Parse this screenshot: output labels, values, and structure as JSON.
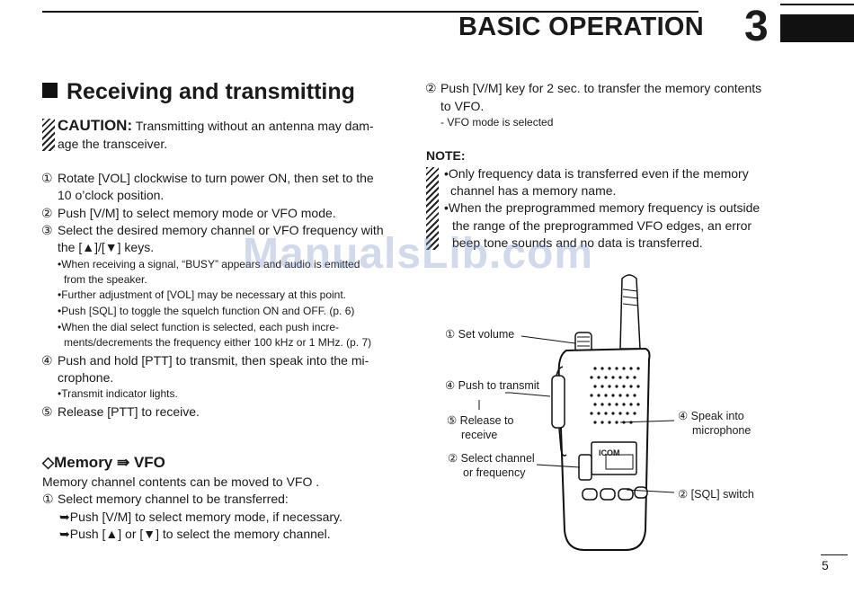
{
  "header": {
    "title": "BASIC OPERATION",
    "chapter": "3"
  },
  "section": {
    "title": "Receiving and transmitting"
  },
  "caution": {
    "label": "CAUTION:",
    "line1": " Transmitting without an antenna may dam-",
    "line2": "age the transceiver."
  },
  "steps": [
    {
      "num": "①",
      "line1": "Rotate [VOL] clockwise to turn power ON, then set to the",
      "line2": "10 o’clock position."
    },
    {
      "num": "②",
      "line1": "Push [V/M] to select memory mode or VFO mode."
    },
    {
      "num": "③",
      "line1": "Select the desired memory channel or VFO frequency with",
      "line2": "the [▲]/[▼] keys."
    },
    {
      "num": "④",
      "line1": "Push and hold [PTT] to transmit, then speak into the mi-",
      "line2": "crophone."
    },
    {
      "num": "⑤",
      "line1": "Release [PTT] to receive."
    }
  ],
  "step3_bullets": [
    "•When receiving a signal, “BUSY” appears and audio is emitted",
    "from the speaker.",
    "•Further adjustment of [VOL] may be necessary at this point.",
    "•Push [SQL] to toggle the squelch function ON and OFF. (p. 6)",
    "•When the dial select function is selected, each push incre-",
    "ments/decrements the frequency either 100 kHz or 1 MHz. (p. 7)"
  ],
  "step4_bullet": "•Transmit indicator lights.",
  "memory_vfo": {
    "title": "◇Memory ⇛ VFO",
    "intro": "Memory channel contents can be moved to VFO .",
    "step1_num": "①",
    "step1": "Select memory channel to be transferred:",
    "sub1": "➥Push [V/M] to select memory mode, if necessary.",
    "sub2": "➥Push [▲] or [▼] to select the memory channel.",
    "step2_num": "②",
    "step2_line1": "Push [V/M] key for 2 sec. to transfer the memory contents",
    "step2_line2": "to VFO.",
    "step2_note": "- VFO mode is selected"
  },
  "note": {
    "label": "NOTE:",
    "lines": [
      "•Only frequency data is transferred even if the memory",
      "channel has a memory name.",
      "•When the preprogrammed memory frequency is outside",
      "the range of the preprogrammed VFO edges, an error",
      "beep tone sounds and no data is transferred."
    ]
  },
  "figure": {
    "labels": {
      "set_volume": "① Set volume",
      "push_transmit": "④ Push to transmit",
      "release_line1": "⑤ Release to",
      "release_line2": "receive",
      "select_line1": "② Select channel",
      "select_line2": "or frequency",
      "speak_line1": "④ Speak into",
      "speak_line2": "microphone",
      "sql_switch": "② [SQL] switch"
    },
    "brand": "ICOM"
  },
  "watermark": "ManualsLib.com",
  "page_number": "5"
}
